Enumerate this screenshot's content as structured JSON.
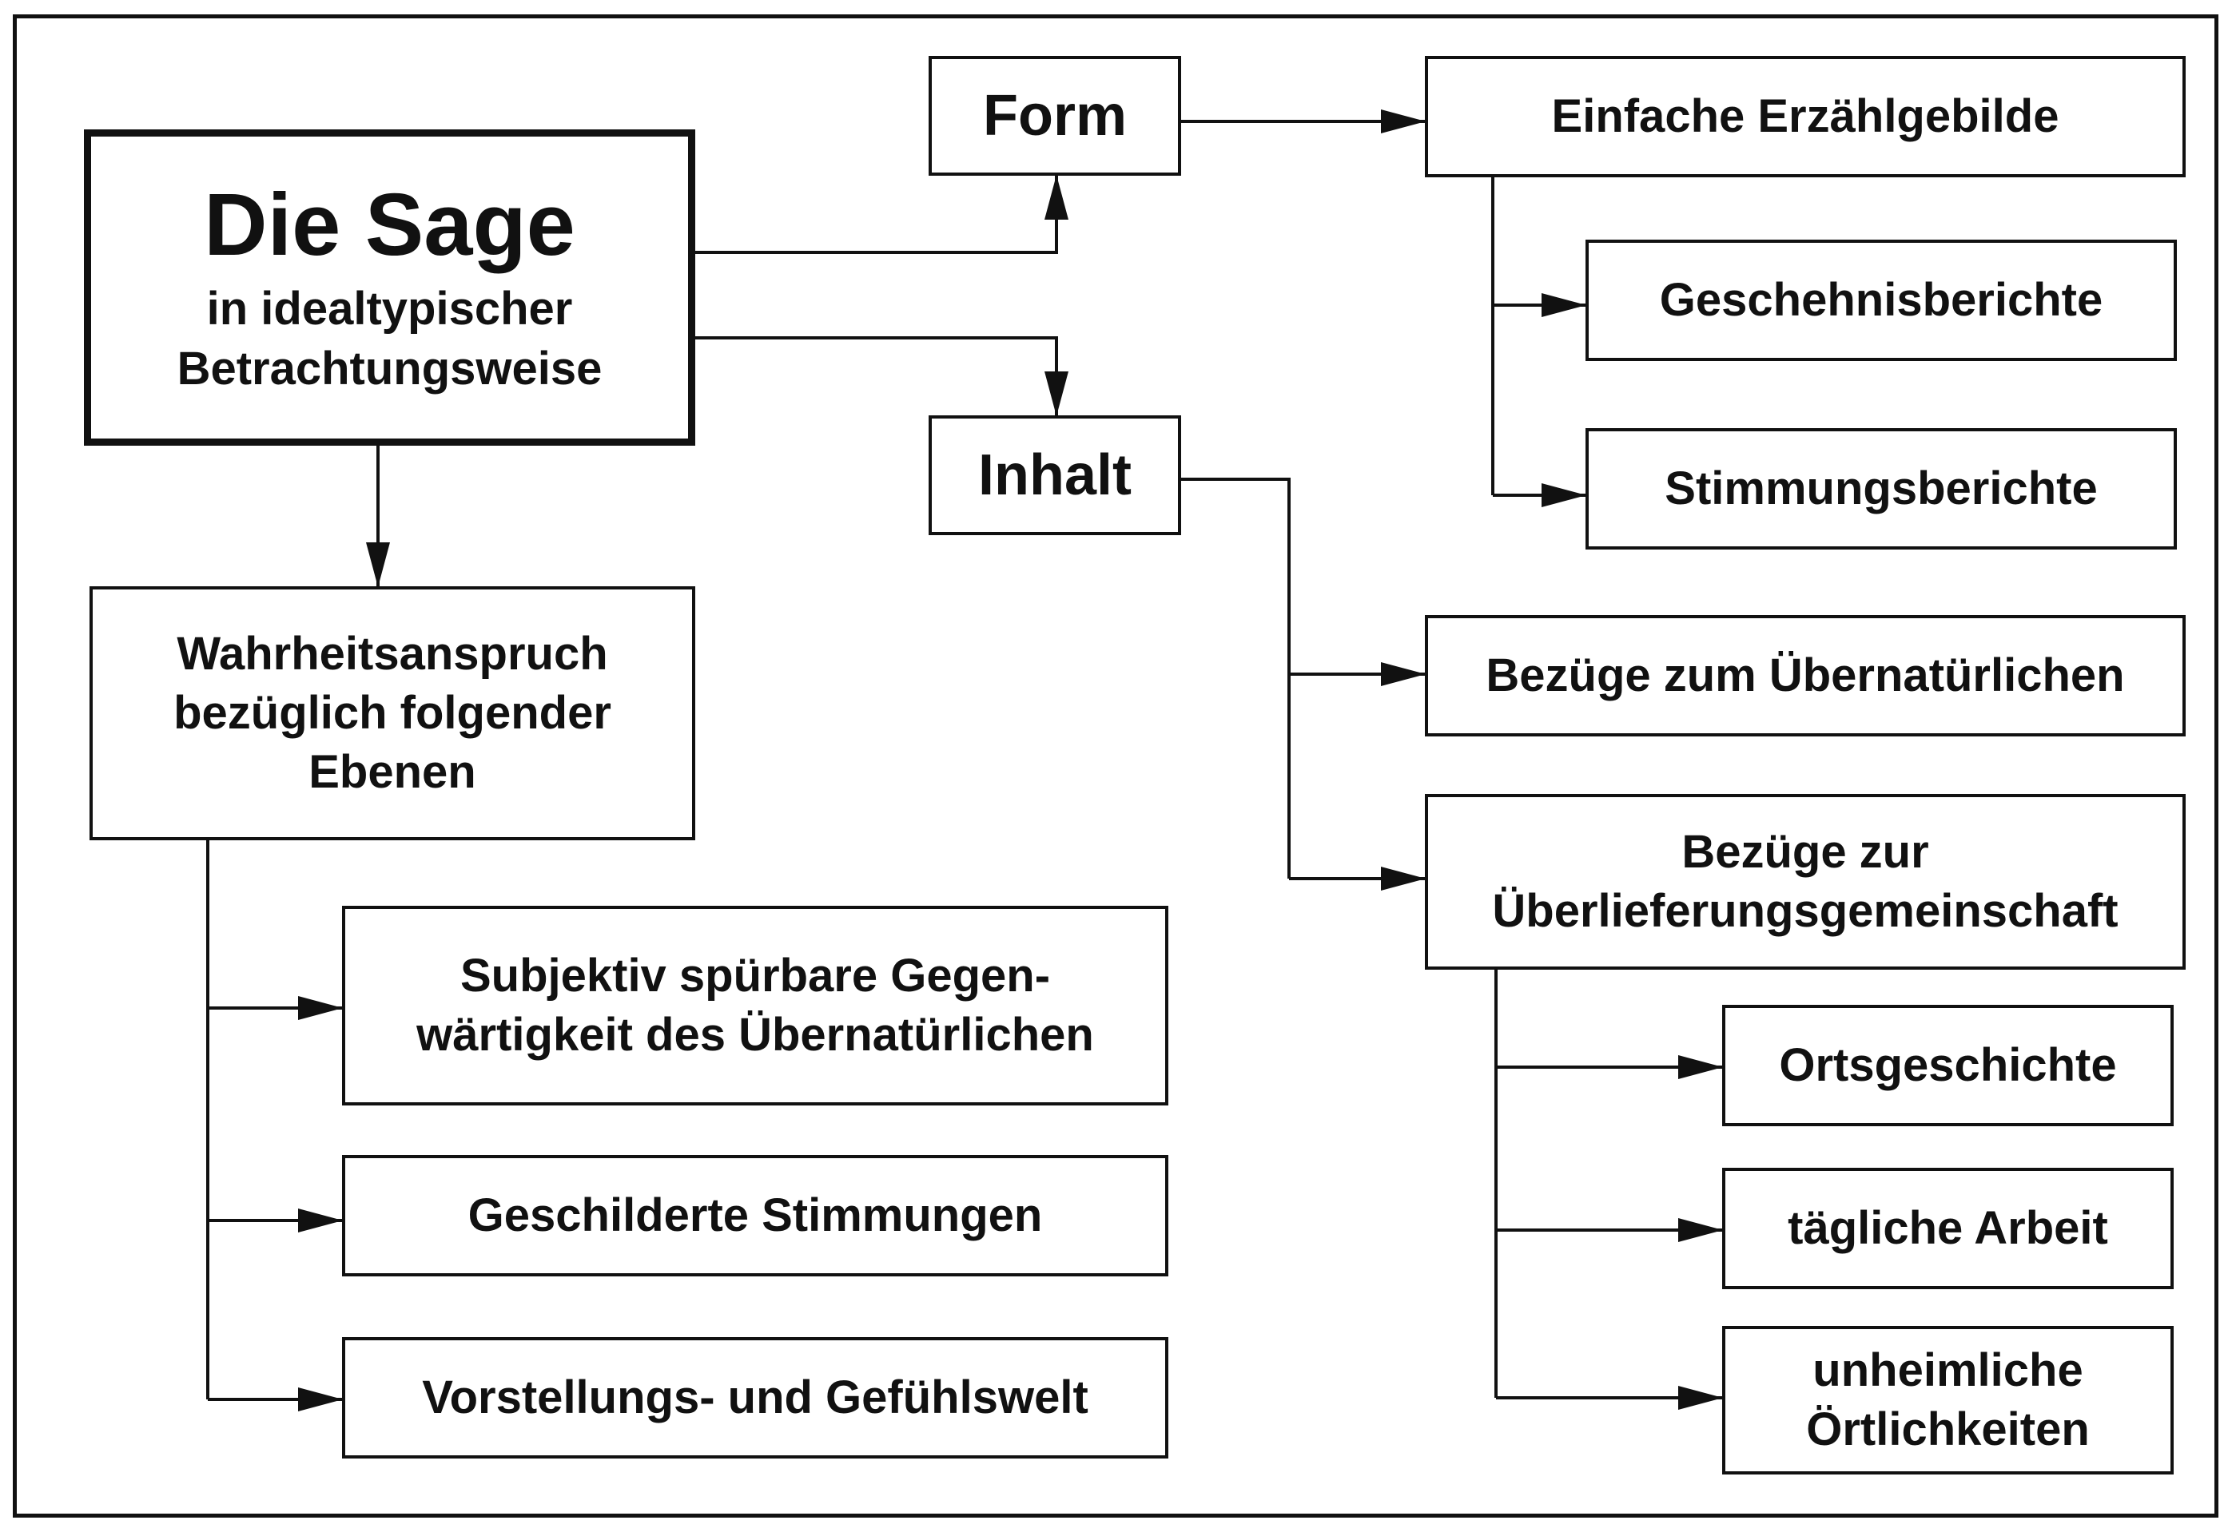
{
  "root": {
    "title": "Die Sage",
    "subtitle_lines": [
      "in idealtypischer",
      "Betrachtungsweise"
    ]
  },
  "form": {
    "label": "Form",
    "items": {
      "einfache": "Einfache Erzählgebilde",
      "geschehnis": "Geschehnisberichte",
      "stimmungsberichte": "Stimmungsberichte"
    }
  },
  "inhalt": {
    "label": "Inhalt",
    "items": {
      "uebernatuerlich": "Bezüge zum Übernatürlichen",
      "ueberlieferung_lines": [
        "Bezüge zur",
        "Überlieferungsgemeinschaft"
      ],
      "ortsgeschichte": "Ortsgeschichte",
      "arbeit": "tägliche Arbeit",
      "oertlichkeiten_lines": [
        "unheimliche",
        "Örtlichkeiten"
      ]
    }
  },
  "wahrheit": {
    "lines": [
      "Wahrheitsanspruch",
      "bezüglich folgender",
      "Ebenen"
    ],
    "items": {
      "gegenwart_lines": [
        "Subjektiv spürbare Gegen-",
        "wärtigkeit des Übernatürlichen"
      ],
      "stimmungen": "Geschilderte Stimmungen",
      "vorstellung": "Vorstellungs- und Gefühlswelt"
    }
  },
  "colors": {
    "stroke": "#111111",
    "background": "#ffffff"
  }
}
